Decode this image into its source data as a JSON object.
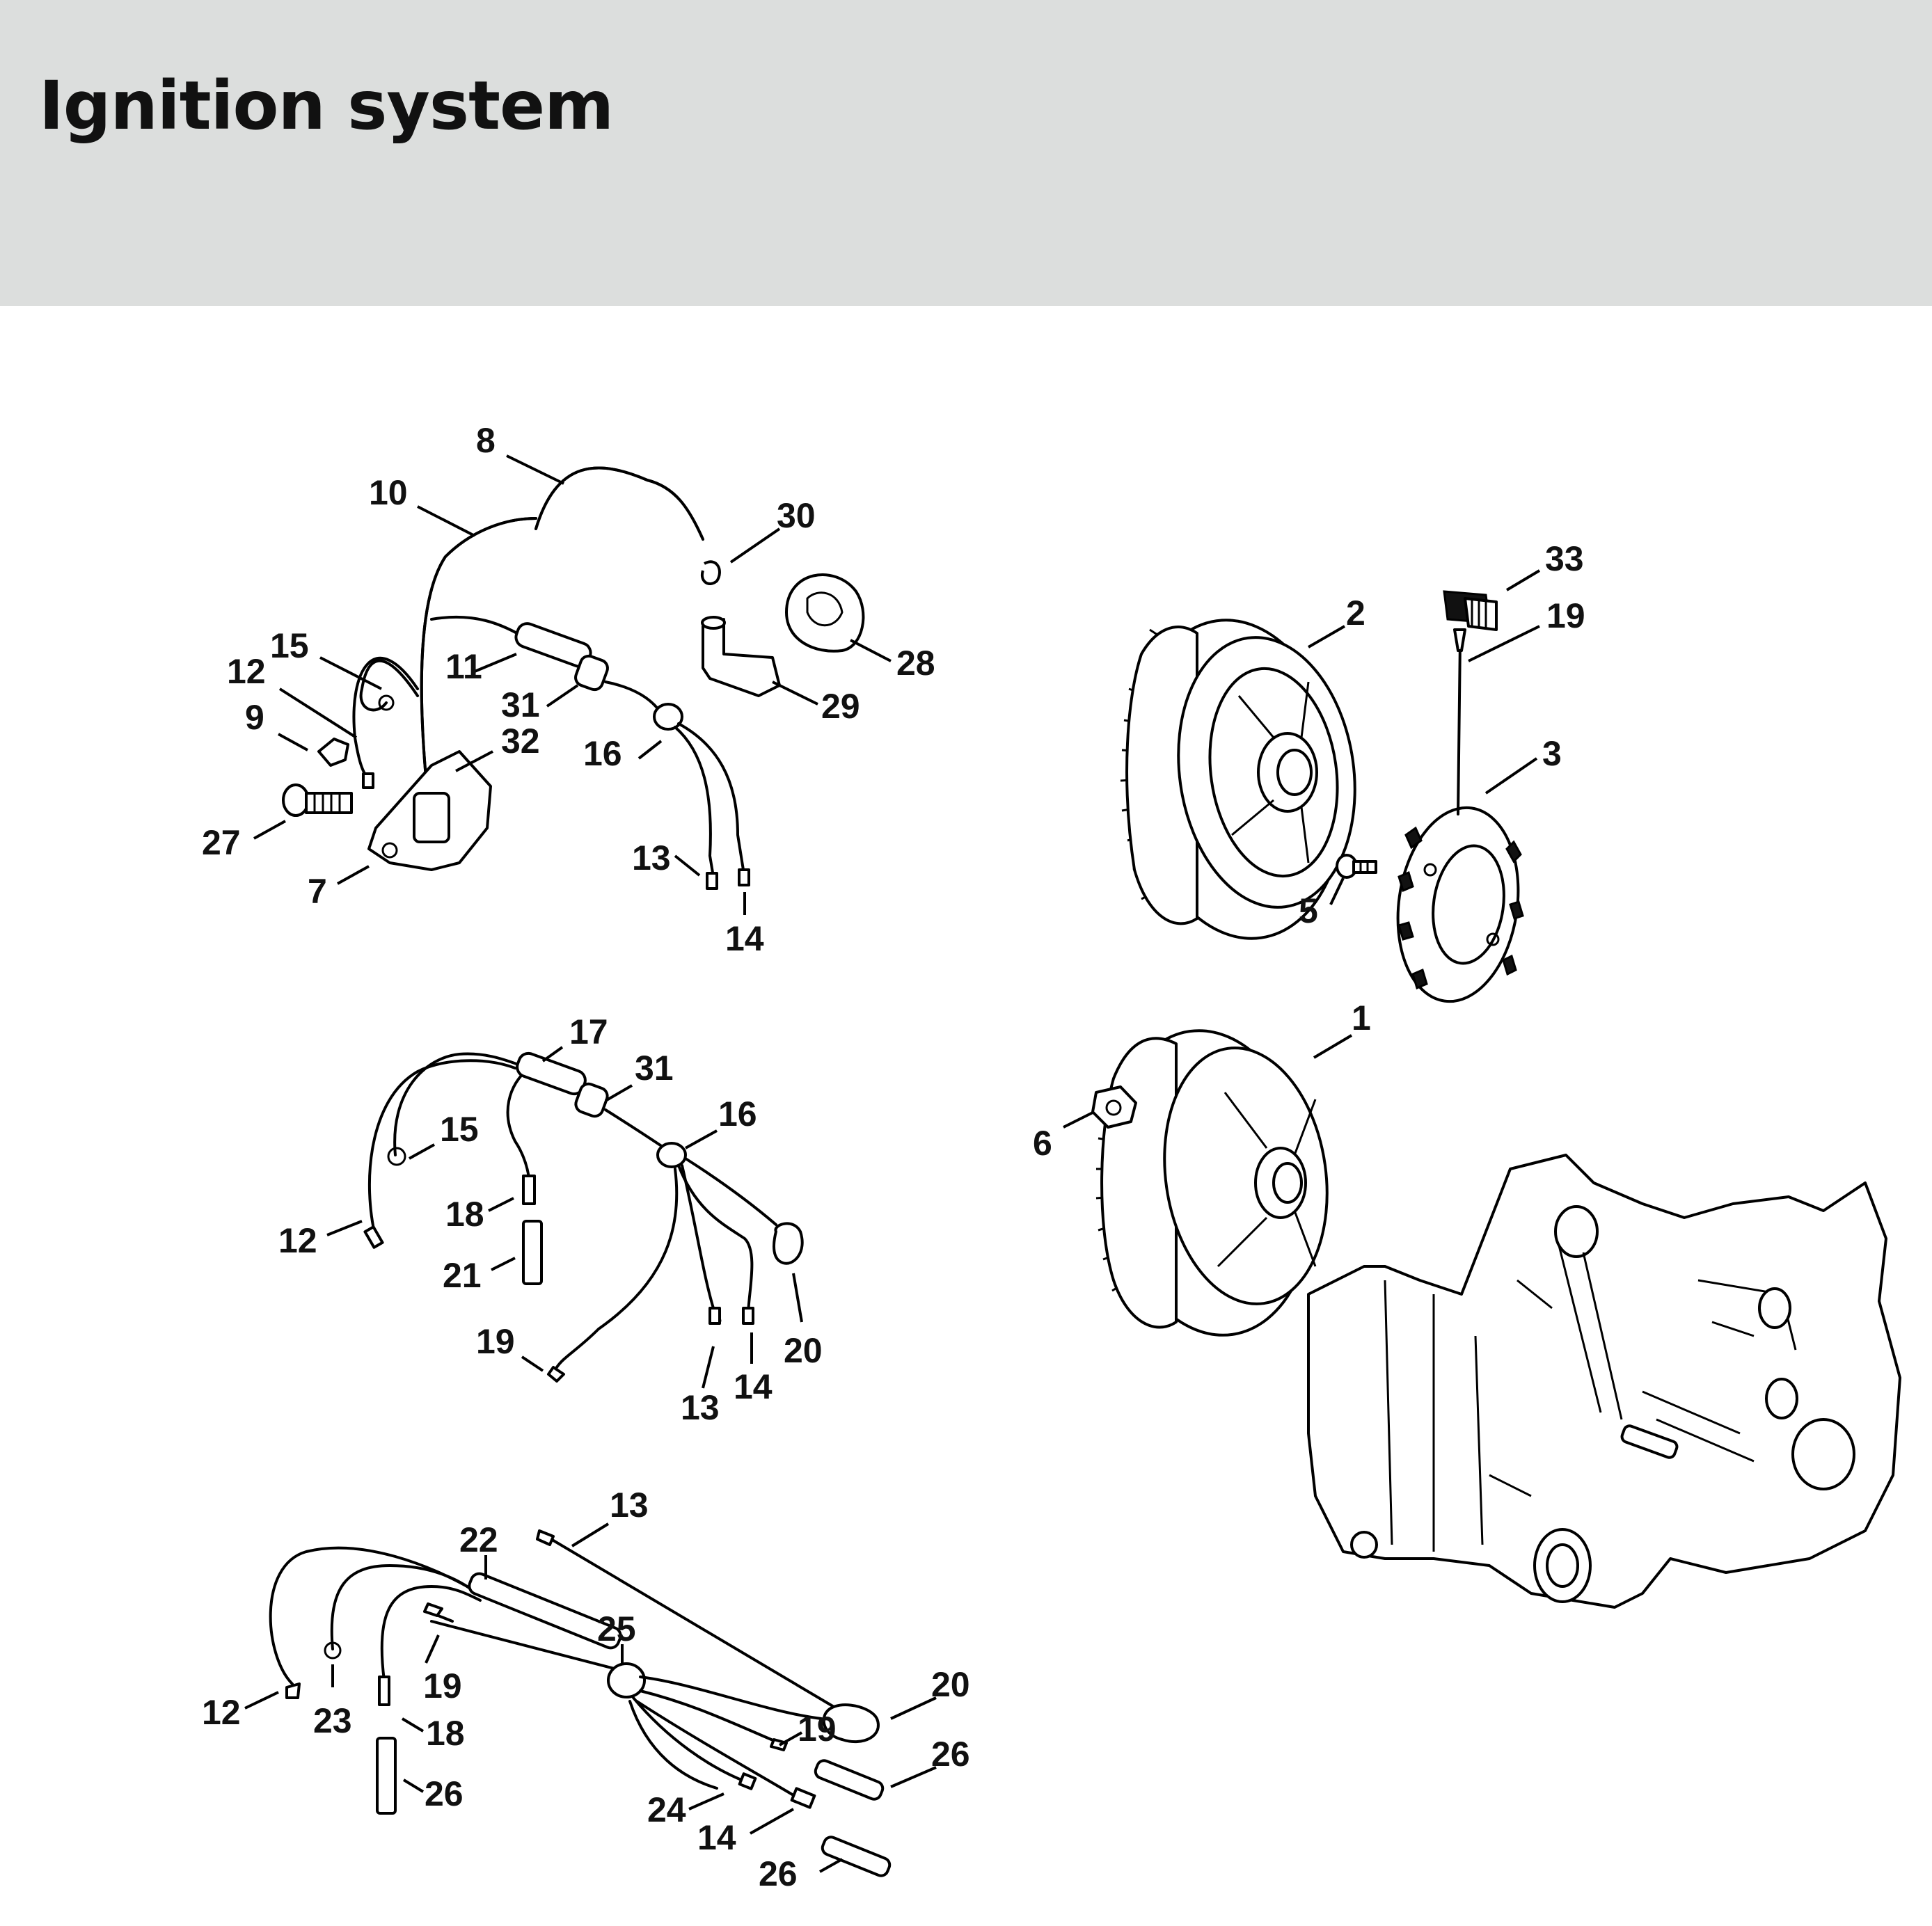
{
  "title": "Ignition system",
  "colors": {
    "header_background": "#dcdedd",
    "line": "#000000",
    "text": "#111111"
  },
  "callouts": {
    "g1": {
      "n8": "8",
      "n10": "10",
      "n30": "30",
      "n15": "15",
      "n11": "11",
      "n28": "28",
      "n12": "12",
      "n31": "31",
      "n29": "29",
      "n9": "9",
      "n32": "32",
      "n16": "16",
      "n27": "27",
      "n7": "7",
      "n13": "13",
      "n14": "14"
    },
    "g2": {
      "n17": "17",
      "n31": "31",
      "n16": "16",
      "n15": "15",
      "n12": "12",
      "n18": "18",
      "n21": "21",
      "n19": "19",
      "n20": "20",
      "n13": "13",
      "n14": "14"
    },
    "g3": {
      "n22": "22",
      "n13": "13",
      "n25": "25",
      "n20": "20",
      "n12": "12",
      "n23": "23",
      "n19a": "19",
      "n18": "18",
      "n19b": "19",
      "n26a": "26",
      "n26b": "26",
      "n24": "24",
      "n14": "14",
      "n26c": "26"
    },
    "g4": {
      "n33": "33",
      "n2": "2",
      "n19": "19",
      "n3": "3",
      "n5": "5",
      "n1": "1",
      "n6": "6"
    }
  }
}
